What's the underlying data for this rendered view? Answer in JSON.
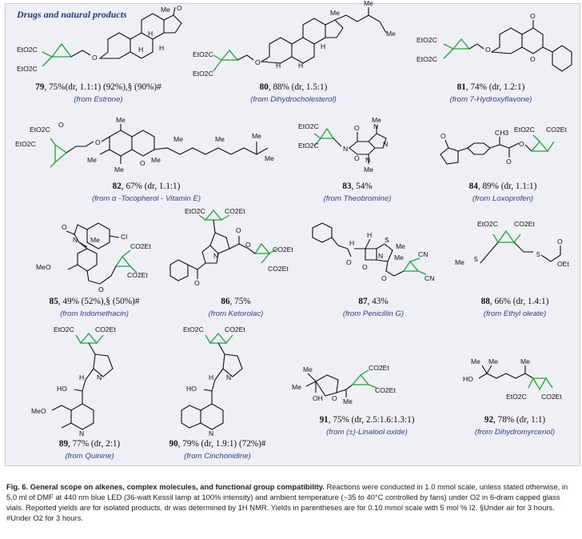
{
  "panel": {
    "title": "Drugs and natural products"
  },
  "compounds": [
    {
      "num": "79",
      "yield": ", 75%(dr, 1.1:1) (92%),§ (90%)#",
      "source": "(from Estrone)"
    },
    {
      "num": "80",
      "yield": ", 88% (dr, 1.5:1)",
      "source": "(from Dihydrocholesterol)"
    },
    {
      "num": "81",
      "yield": ", 74% (dr, 1.2:1)",
      "source": "(from 7-Hydroxyflavone)"
    },
    {
      "num": "82",
      "yield": ", 67% (dr, 1.1:1)",
      "source": "(from α -Tocopherol - Vitamin E)"
    },
    {
      "num": "83",
      "yield": ", 54%",
      "source": "(from Theobromine)"
    },
    {
      "num": "84",
      "yield": ", 89% (dr, 1.1:1)",
      "source": "(from Loxoprofen)"
    },
    {
      "num": "85",
      "yield": ", 49% (52%),§ (50%)#",
      "source": "(from Indomethacin)"
    },
    {
      "num": "86",
      "yield": ", 75%",
      "source": "(from Ketorolac)"
    },
    {
      "num": "87",
      "yield": ", 43%",
      "source": "(from Penicillin G)"
    },
    {
      "num": "88",
      "yield": ", 66% (dr, 1.4:1)",
      "source": "(from Ethyl oleate)"
    },
    {
      "num": "89",
      "yield": ", 77% (dr, 2:1)",
      "source": "(from Quinine)"
    },
    {
      "num": "90",
      "yield": ", 79% (dr, 1.9:1) (72%)#",
      "source": "(from Cinchonidine)"
    },
    {
      "num": "91",
      "yield": ", 75% (dr, 2.5:1.6:1.3:1)",
      "source": "(from (±)-Linalool oxide)"
    },
    {
      "num": "92",
      "yield": ", 78% (dr, 1:1)",
      "source": "(from Dihydromyrcenol)"
    }
  ],
  "labels": {
    "eto2c": "EtO2C",
    "co2et": "CO2Et",
    "me": "Me",
    "o": "O",
    "h": "H",
    "n": "N",
    "cl": "Cl",
    "meo": "MeO",
    "ho": "HO",
    "oh": "OH",
    "cn": "CN",
    "s": "S",
    "ch3": "CH3",
    "oet": "OEt",
    "n5": "5"
  },
  "caption": {
    "fig": "Fig. 6. General scope on alkenes, complex molecules, and functional group compatibility.",
    "text": " Reactions were conducted in 1.0 mmol scale, unless stated otherwise, in 5.0 ml of DMF at 440 nm blue LED (36-watt Kessil lamp at 100% intensity) and ambient temperature (~35 to 40°C controlled by fans) under O2 in 6-dram capped glass vials. Reported yields are for isolated products. dr was determined by 1H NMR. Yields in parentheses are for 0.10 mmol scale with 5 mol % I2. §Under air for 3 hours. #Under O2 for 3 hours."
  },
  "colors": {
    "panel_bg": "#eef0f5",
    "title": "#243a8a",
    "source_text": "#2a3f9a",
    "cyclopropane": "#1fa535"
  }
}
